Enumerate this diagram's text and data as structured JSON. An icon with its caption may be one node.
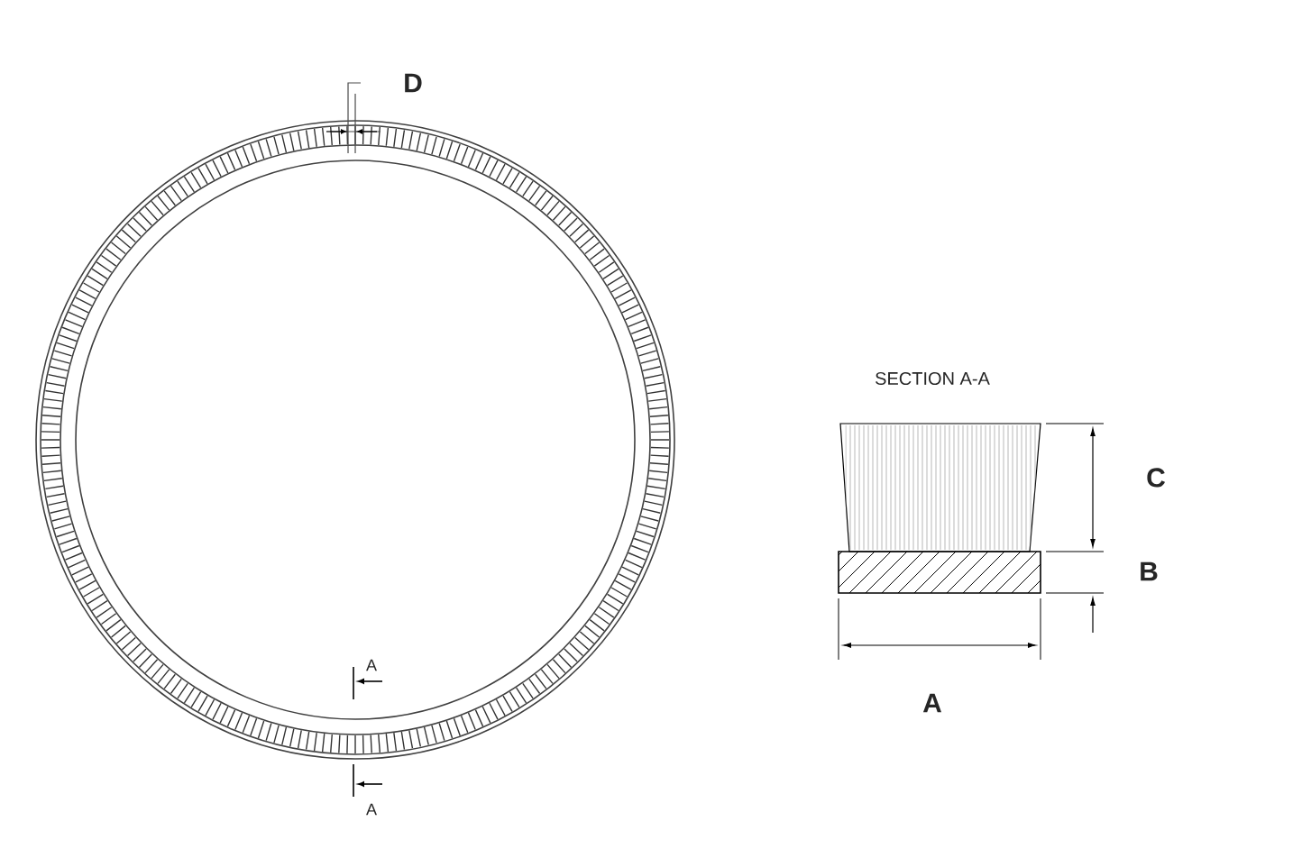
{
  "diagram": {
    "labels": [
      "D",
      "SECTION A-A",
      "C",
      "B",
      "A",
      "A",
      "A"
    ]
  }
}
